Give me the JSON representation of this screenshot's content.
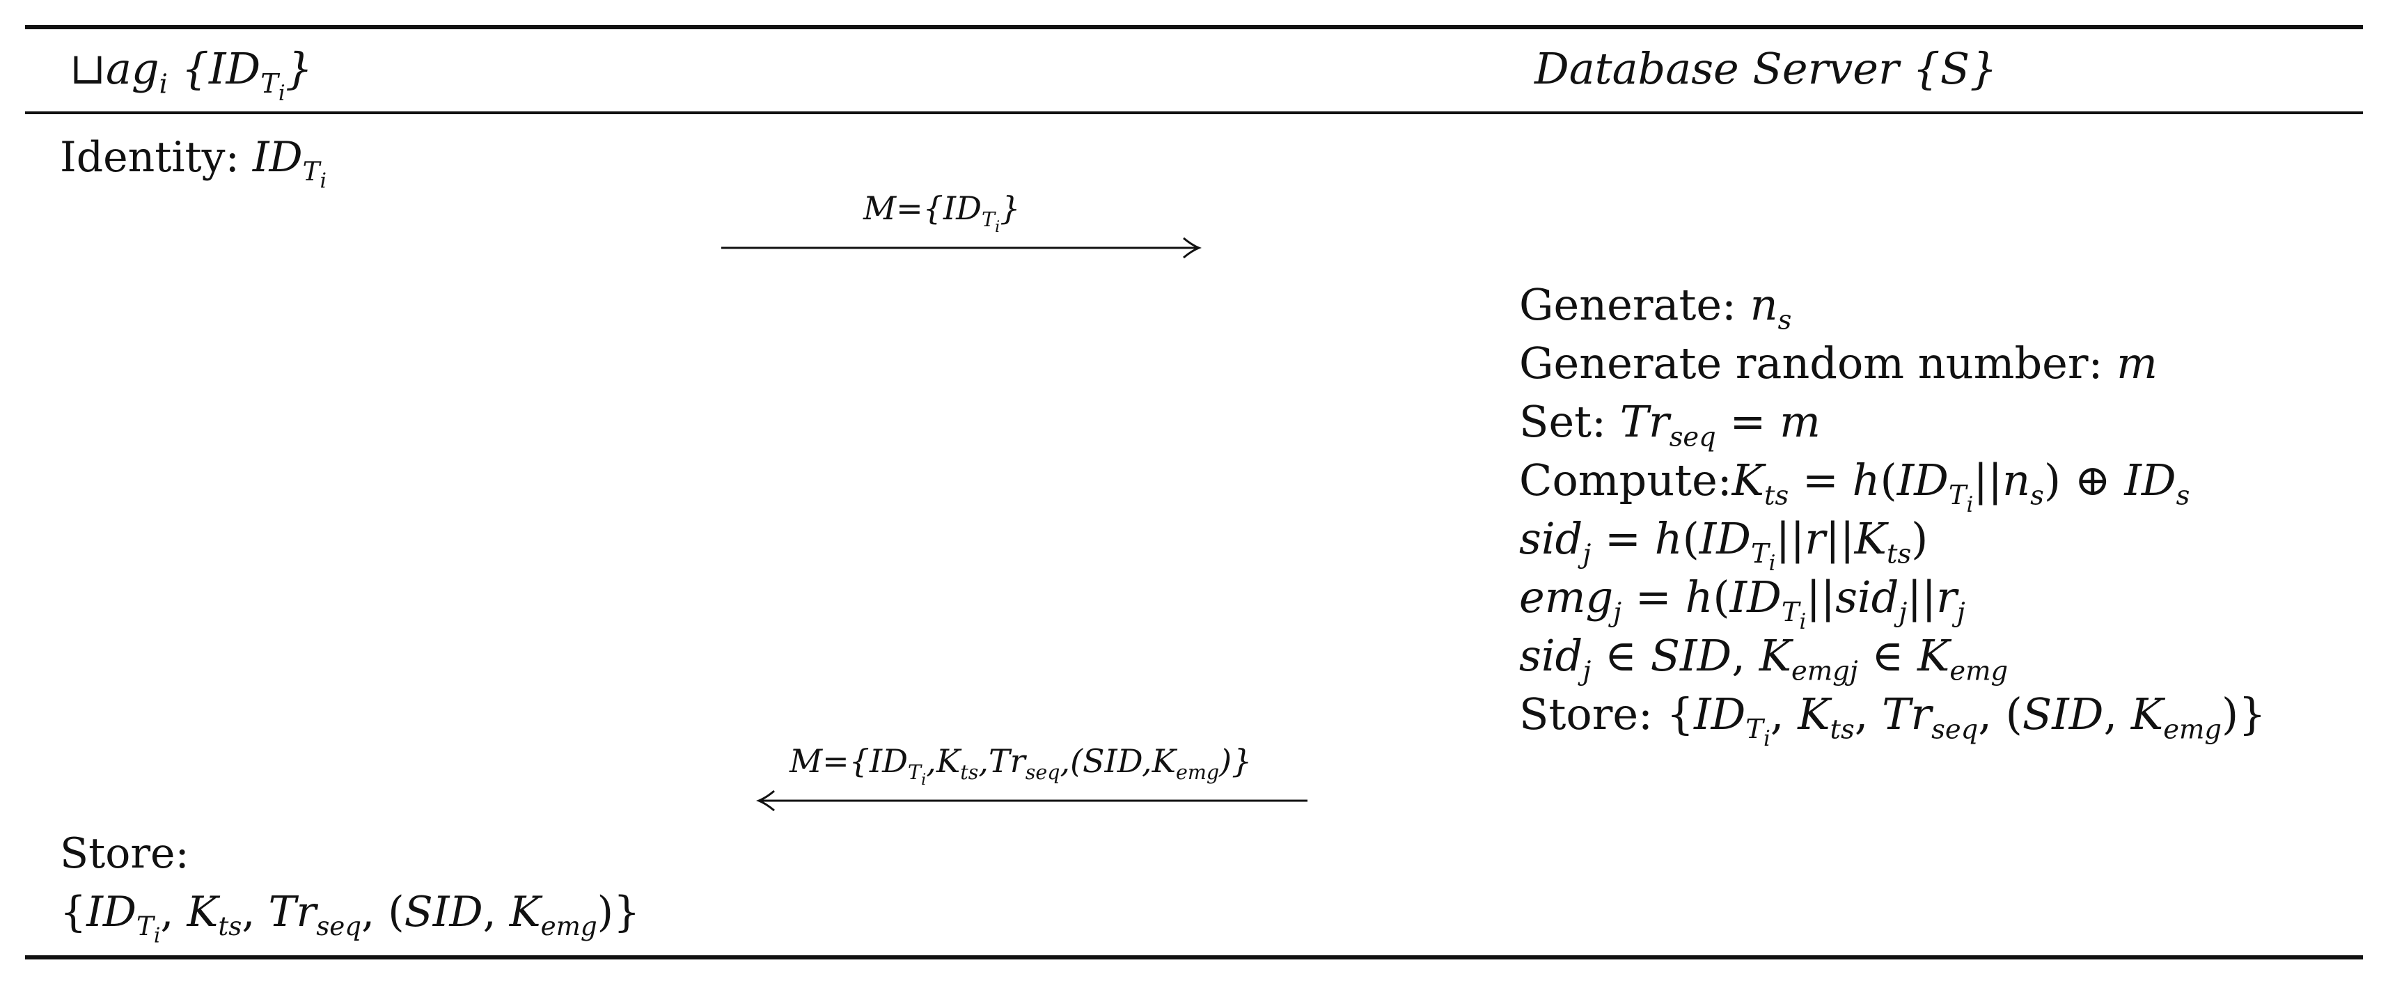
{
  "header": {
    "left_html": "⊔ag<sub>i</sub> {ID<sub>T<sub>i</sub></sub>}",
    "right_html": "Database Server {S}"
  },
  "tag": {
    "identity_html": "Identity: <i>ID<sub>T<sub>i</sub></sub></i>",
    "store_label": "Store:",
    "store_value_html": "{<i>ID<sub>T<sub>i</sub></sub></i>, <i>K<sub>ts</sub></i>, <i>Tr<sub>seq</sub></i>, (<i>SID</i>, <i>K<sub>emg</sub></i>)}"
  },
  "messages": {
    "m1_html": "M={ID<sub>T<sub>i</sub></sub>}",
    "m2_html": "M={ID<sub>T<sub>i</sub></sub>,K<sub>ts</sub>,Tr<sub>seq</sub>,(SID,K<sub>emg</sub>)}"
  },
  "server_steps_html": [
    "Generate: <i>n<sub>s</sub></i>",
    "Generate random number: <i>m</i>",
    "Set: <i>Tr<sub>seq</sub></i> = <i>m</i>",
    "Compute:<i>K<sub>ts</sub></i> = <i>h</i>(<i>ID<sub>T<sub>i</sub></sub></i>||<i>n<sub>s</sub></i>) ⊕ <i>ID<sub>s</sub></i>",
    "<i>sid<sub>j</sub></i> = <i>h</i>(<i>ID<sub>T<sub>i</sub></sub></i>||<i>r</i>||<i>K<sub>ts</sub></i>)",
    "<i>emg<sub>j</sub></i> = <i>h</i>(<i>ID<sub>T<sub>i</sub></sub></i>||<i>sid<sub>j</sub></i>||<i>r<sub>j</sub></i>",
    "<i>sid<sub>j</sub></i> ∈ <i>SID</i>, <i>K<sub>emgj</sub></i> ∈ <i>K<sub>emg</sub></i>",
    "Store: {<i>ID<sub>T<sub>i</sub></sub></i>, <i>K<sub>ts</sub></i>, <i>Tr<sub>seq</sub></i>, (<i>SID</i>, <i>K<sub>emg</sub></i>)}"
  ]
}
